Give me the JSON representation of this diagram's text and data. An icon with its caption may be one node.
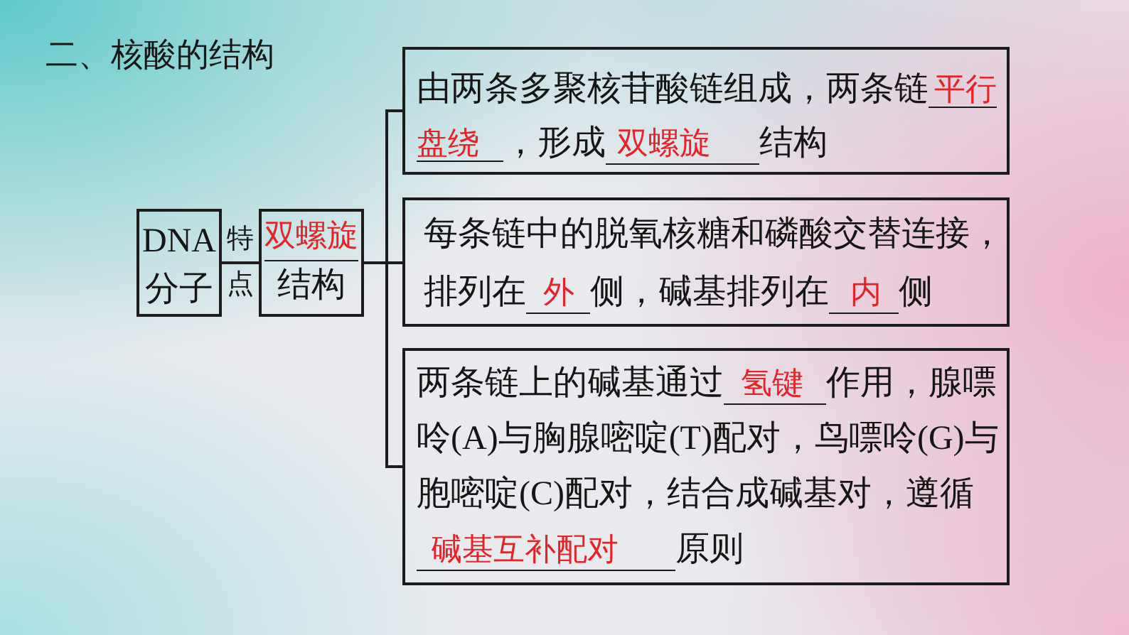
{
  "diagram": {
    "title": "二、核酸的结构",
    "nodes": [
      {
        "text": [
          "DNA分子"
        ]
      },
      {
        "text": [
          "双螺旋",
          "结构"
        ]
      },
      {
        "text": [
          "由两条多聚核苷酸链组成，两条链",
          "平行盘绕",
          "，形成",
          "双螺旋",
          "结构"
        ]
      },
      {
        "text": [
          "每条链中的脱氧核糖和磷酸交替连接，排列在",
          "外",
          "侧，碱基排列在",
          "内",
          "侧"
        ]
      },
      {
        "text": [
          "两条链上的碱基通过",
          "氢键",
          "作用，腺嘌呤(A)与胸腺嘧啶(T)配对，鸟嘌呤(G)与胞嘧啶(C)配对，结合成碱基对，遵循",
          "碱基互补配对",
          "原则"
        ]
      }
    ],
    "edges": [
      {
        "from": 0,
        "to": 1,
        "arrow": "none",
        "label": "特点"
      },
      {
        "from": 1,
        "to": 2,
        "arrow": "none"
      },
      {
        "from": 1,
        "to": 3,
        "arrow": "none"
      },
      {
        "from": 1,
        "to": 4,
        "arrow": "none"
      }
    ]
  }
}
